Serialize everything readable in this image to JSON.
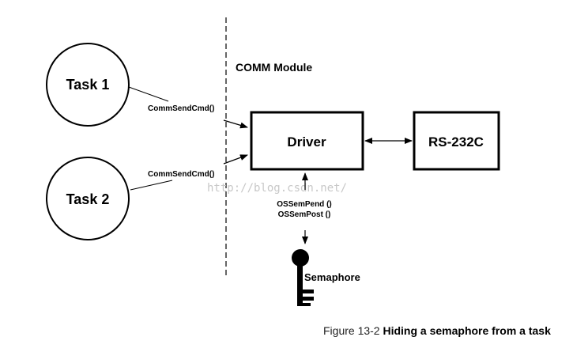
{
  "tasks": [
    {
      "label": "Task 1",
      "call": "CommSendCmd()"
    },
    {
      "label": "Task 2",
      "call": "CommSendCmd()"
    }
  ],
  "module_label": "COMM Module",
  "driver_label": "Driver",
  "port_label": "RS-232C",
  "semaphore": {
    "label": "Semaphore",
    "pend_call": "OSSemPend ()",
    "post_call": "OSSemPost ()"
  },
  "watermark": "http://blog.csdn.net/",
  "caption": {
    "prefix": "Figure 13-2",
    "title": "Hiding a semaphore from a task"
  }
}
